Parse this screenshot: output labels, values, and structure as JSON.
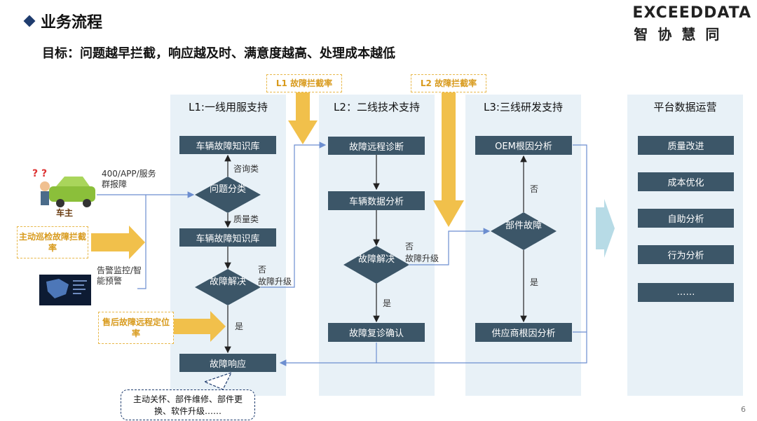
{
  "header": {
    "title": "业务流程",
    "subtitle": "目标：问题越早拦截，响应越及时、满意度越高、处理成本越低",
    "logo_en": "EXCEEDDATA",
    "logo_cn": "智协慧同"
  },
  "columns": {
    "l1": "L1:一线用服支持",
    "l2": "L2：二线技术支持",
    "l3": "L3:三线研发支持",
    "platform": "平台数据运营"
  },
  "tags": {
    "l1_rate": "L1 故障拦截率",
    "l2_rate": "L2 故障拦截率",
    "proactive": "主动巡检故障拦截率",
    "remote": "售后故障远程定位率"
  },
  "left": {
    "owner": "车主",
    "channel": "400/APP/服务群报障",
    "alert": "告警监控/智能预警"
  },
  "l1": {
    "kb_top": "车辆故障知识库",
    "classify": "问题分类",
    "consult": "咨询类",
    "quality": "质量类",
    "kb_bottom": "车辆故障知识库",
    "resolve": "故障解决",
    "no": "否",
    "escalate": "故障升级",
    "yes": "是",
    "response": "故障响应"
  },
  "l2": {
    "remote_diag": "故障远程诊断",
    "data_analysis": "车辆数据分析",
    "resolve": "故障解决",
    "no": "否",
    "escalate": "故障升级",
    "yes": "是",
    "confirm": "故障复诊确认"
  },
  "l3": {
    "oem": "OEM根因分析",
    "part": "部件故障",
    "no": "否",
    "yes": "是",
    "supplier": "供应商根因分析"
  },
  "platform": {
    "items": [
      "质量改进",
      "成本优化",
      "自助分析",
      "行为分析",
      "……"
    ]
  },
  "callout": "主动关怀、部件维修、部件更换、软件升级……",
  "page_number": "6",
  "colors": {
    "accent": "#e8b84a",
    "box": "#3c5668",
    "panel": "#e8f1f7",
    "line": "#6c8ed0"
  }
}
